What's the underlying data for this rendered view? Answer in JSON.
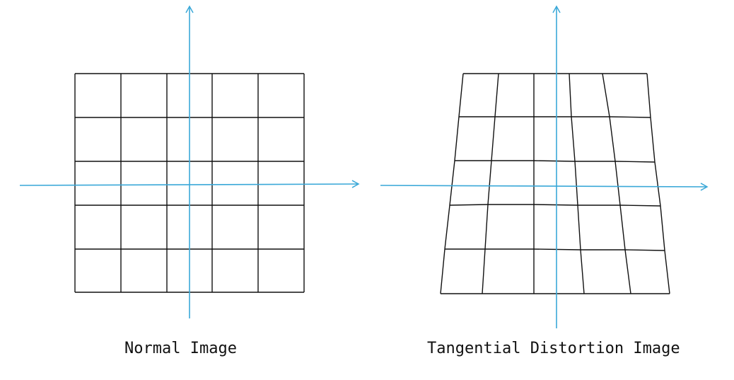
{
  "panels": [
    {
      "id": "normal",
      "caption": "Normal Image"
    },
    {
      "id": "tangential",
      "caption": "Tangential Distortion Image"
    }
  ],
  "colors": {
    "grid": "#111111",
    "axis": "#3aa8d8",
    "background": "#ffffff"
  }
}
